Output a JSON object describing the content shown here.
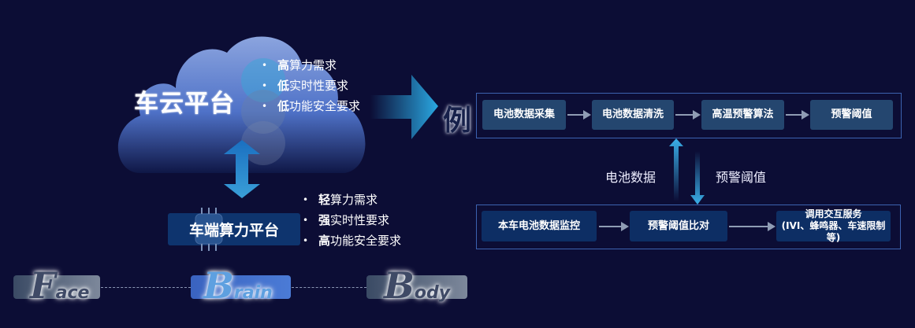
{
  "cloud_platform": {
    "title": "车云平台",
    "requirements": [
      {
        "strong": "高",
        "rest": "算力需求"
      },
      {
        "strong": "低",
        "rest": "实时性要求"
      },
      {
        "strong": "低",
        "rest": "功能安全要求"
      }
    ]
  },
  "example_label": "例",
  "cloud_flow": [
    "电池数据采集",
    "电池数据清洗",
    "高温预警算法",
    "预警阈值"
  ],
  "uplink_label": "电池数据",
  "downlink_label": "预警阈值",
  "vehicle_flow": [
    "本车电池数据监控",
    "预警阈值比对",
    "调用交互服务\n(IVI、蜂鸣器、车速限制等)"
  ],
  "vehicle_platform": {
    "title": "车端算力平台",
    "requirements": [
      {
        "strong": "轻",
        "rest": "算力需求"
      },
      {
        "strong": "强",
        "rest": "实时性要求"
      },
      {
        "strong": "高",
        "rest": "功能安全要求"
      }
    ]
  },
  "domains": [
    {
      "initial": "F",
      "rest": "ace"
    },
    {
      "initial": "B",
      "rest": "rain"
    },
    {
      "initial": "B",
      "rest": "ody"
    }
  ],
  "colors": {
    "background": "#0c0d35",
    "accent": "#2aa0e0",
    "node_top": "#24466f",
    "node_bottom": "#0d2e64"
  }
}
